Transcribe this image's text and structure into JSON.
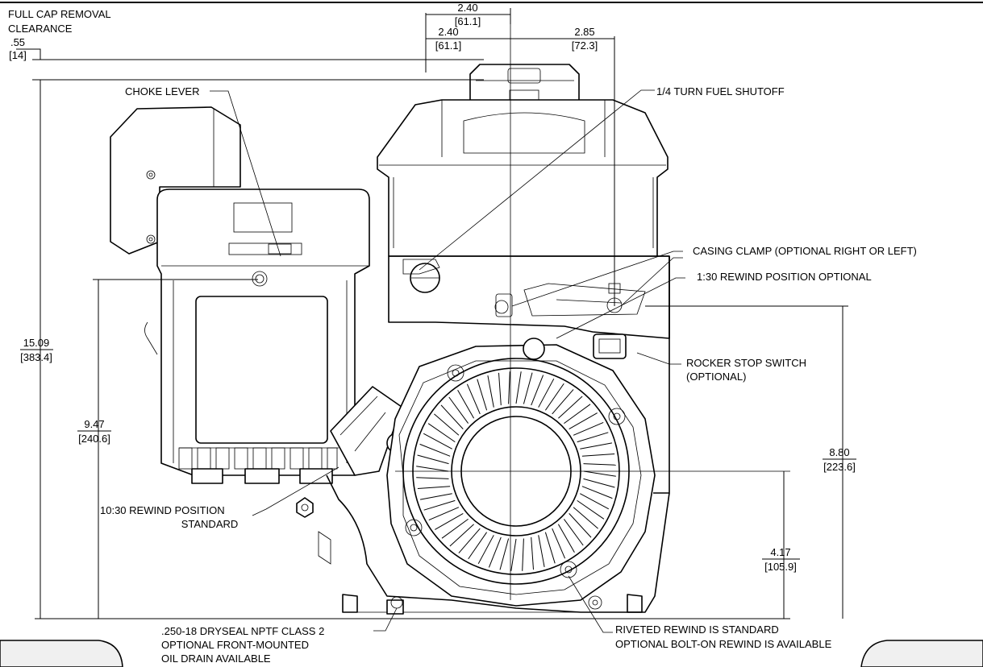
{
  "dimensions": {
    "top_overall": {
      "in": "2.40",
      "mm": "[61.1]"
    },
    "top_left": {
      "in": "2.40",
      "mm": "[61.1]"
    },
    "top_right": {
      "in": "2.85",
      "mm": "[72.3]"
    },
    "cap_clearance": {
      "in": ".55",
      "mm": "[14]"
    },
    "overall_height": {
      "in": "15.09",
      "mm": "[383.4]"
    },
    "left_height": {
      "in": "9.47",
      "mm": "[240.6]"
    },
    "right_height": {
      "in": "8.80",
      "mm": "[223.6]"
    },
    "crank_height": {
      "in": "4.17",
      "mm": "[105.9]"
    }
  },
  "callouts": {
    "full_cap_removal": [
      "FULL CAP REMOVAL",
      "CLEARANCE"
    ],
    "choke_lever": "CHOKE LEVER",
    "fuel_shutoff": "1/4 TURN FUEL SHUTOFF",
    "casing_clamp": "CASING CLAMP (OPTIONAL RIGHT OR LEFT)",
    "rewind_130": "1:30 REWIND POSITION OPTIONAL",
    "rocker_switch": [
      "ROCKER STOP SWITCH",
      "(OPTIONAL)"
    ],
    "rewind_1030": [
      "10:30 REWIND POSITION",
      "STANDARD"
    ],
    "oil_drain": [
      ".250-18 DRYSEAL NPTF CLASS 2",
      "OPTIONAL FRONT-MOUNTED",
      "OIL DRAIN AVAILABLE"
    ],
    "riveted_rewind": [
      "RIVETED REWIND IS STANDARD",
      "OPTIONAL BOLT-ON REWIND IS AVAILABLE"
    ]
  }
}
